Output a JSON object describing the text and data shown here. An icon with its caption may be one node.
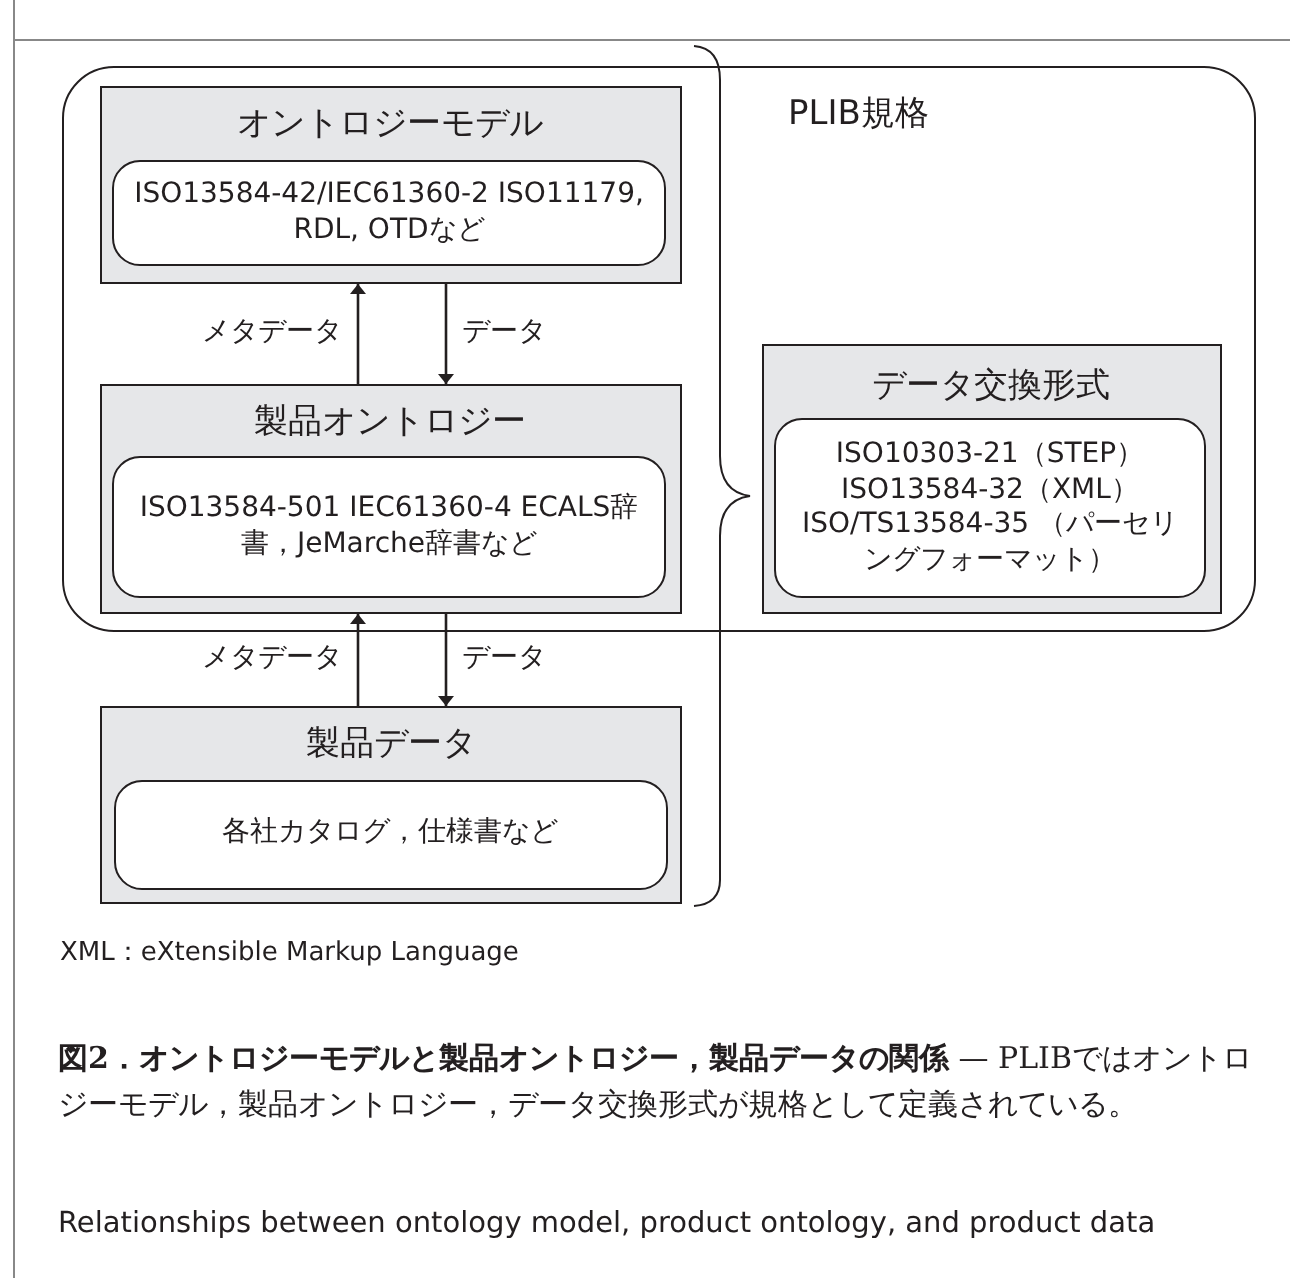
{
  "diagram": {
    "caption": "**図2．オントロジーモデルと製品オントロジー，製品データの関係** — PLIBではオントロジーモデル，製品オントロジー，データ交換形式が規格として定義されている。",
    "nodes": [
      {
        "text": [
          "PLIB規格"
        ]
      },
      {
        "text": [
          "オントロジーモデル"
        ],
        "in": 0
      },
      {
        "text": [
          "ISO13584-42/IEC61360-2 ISO11179, RDL, OTDなど"
        ],
        "in": 1
      },
      {
        "text": [
          "製品オントロジー"
        ],
        "in": 0
      },
      {
        "text": [
          "ISO13584-501 IEC61360-4 ECALS辞書，JeMarche辞書など"
        ],
        "in": 3
      },
      {
        "text": [
          "データ交換形式"
        ],
        "in": 0
      },
      {
        "text": [
          "ISO10303-21（STEP） ISO13584-32（XML） ISO/TS13584-35 （パーセリングフォーマット）"
        ],
        "in": 5
      },
      {
        "text": [
          "製品データ"
        ]
      },
      {
        "text": [
          "各社カタログ，仕様書など"
        ],
        "in": 7
      }
    ],
    "edges": [
      {
        "from": 3,
        "to": 1,
        "arrow": "to",
        "label": "メタデータ"
      },
      {
        "from": 1,
        "to": 3,
        "arrow": "to",
        "label": "データ"
      },
      {
        "from": 7,
        "to": 3,
        "arrow": "to",
        "label": "メタデータ"
      },
      {
        "from": 3,
        "to": 7,
        "arrow": "to",
        "label": "データ"
      }
    ],
    "labels": [
      "XML：eXtensible Markup Language",
      "Relationships between ontology model, product ontology, and product data"
    ]
  }
}
